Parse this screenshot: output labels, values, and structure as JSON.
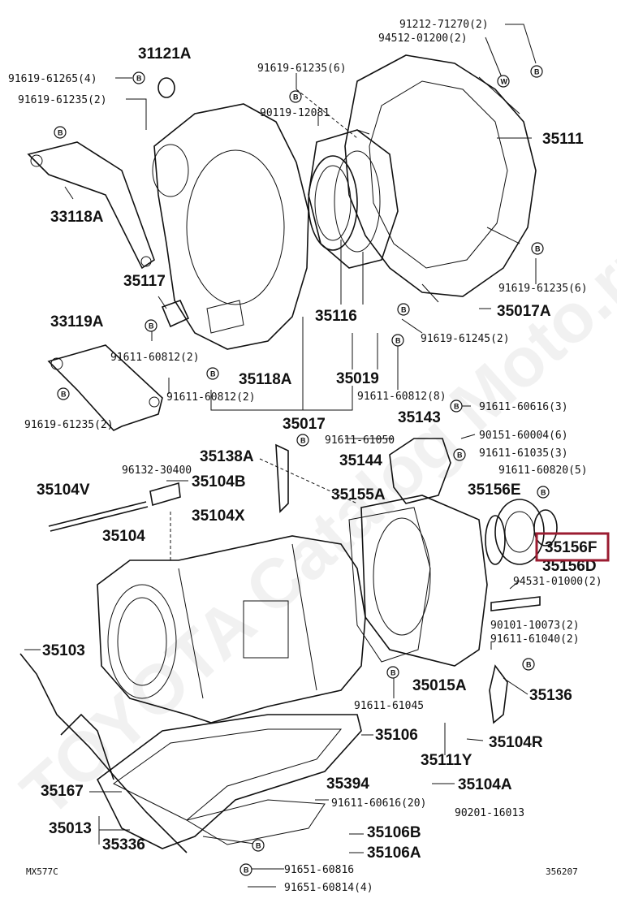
{
  "watermark": "TOYOTA Catalog Moto.ru",
  "colors": {
    "line": "#111111",
    "highlight": "#9b1c31"
  },
  "highlighted_part": "35156F",
  "footer": {
    "left": "MX577C",
    "right": "356207"
  },
  "labels": {
    "l_91212_71270": "91212-71270(2)",
    "l_94512_01200": "94512-01200(2)",
    "l_31121A": "31121A",
    "l_91619_61235_6_top": "91619-61235(6)",
    "l_91619_61265": "91619-61265(4)",
    "l_91619_61235_2_a": "91619-61235(2)",
    "l_90119_12081": "90119-12081",
    "l_35111": "35111",
    "l_33118A": "33118A",
    "l_91619_61235_6_r": "91619-61235(6)",
    "l_35117": "35117",
    "l_35017A": "35017A",
    "l_35116": "35116",
    "l_33119A": "33119A",
    "l_91619_61245": "91619-61245(2)",
    "l_91611_60812_2_a": "91611-60812(2)",
    "l_35118A": "35118A",
    "l_35019": "35019",
    "l_91611_60812_2_b": "91611-60812(2)",
    "l_91611_60812_8": "91611-60812(8)",
    "l_91611_60616_3": "91611-60616(3)",
    "l_91619_61235_2_b": "91619-61235(2)",
    "l_35017": "35017",
    "l_35143": "35143",
    "l_90151_60004": "90151-60004(6)",
    "l_91611_61050": "91611-61050",
    "l_35138A": "35138A",
    "l_91611_61035": "91611-61035(3)",
    "l_35144": "35144",
    "l_96132_30400": "96132-30400",
    "l_91611_60820": "91611-60820(5)",
    "l_35104V": "35104V",
    "l_35104B": "35104B",
    "l_35155A": "35155A",
    "l_35156E": "35156E",
    "l_35104X": "35104X",
    "l_35104": "35104",
    "l_35156F": "35156F",
    "l_35156D": "35156D",
    "l_94531_01000": "94531-01000(2)",
    "l_90101_10073": "90101-10073(2)",
    "l_91611_61040": "91611-61040(2)",
    "l_35103": "35103",
    "l_35015A": "35015A",
    "l_35136": "35136",
    "l_91611_61045": "91611-61045",
    "l_35106": "35106",
    "l_35104R": "35104R",
    "l_35111Y": "35111Y",
    "l_35167": "35167",
    "l_35394": "35394",
    "l_35104A": "35104A",
    "l_91611_60616_20": "91611-60616(20)",
    "l_90201_16013": "90201-16013",
    "l_35013": "35013",
    "l_35106B": "35106B",
    "l_35336": "35336",
    "l_35106A": "35106A",
    "l_91651_60816": "91651-60816",
    "l_91651_60814": "91651-60814(4)"
  },
  "marks": {
    "b": "B",
    "w": "W"
  }
}
